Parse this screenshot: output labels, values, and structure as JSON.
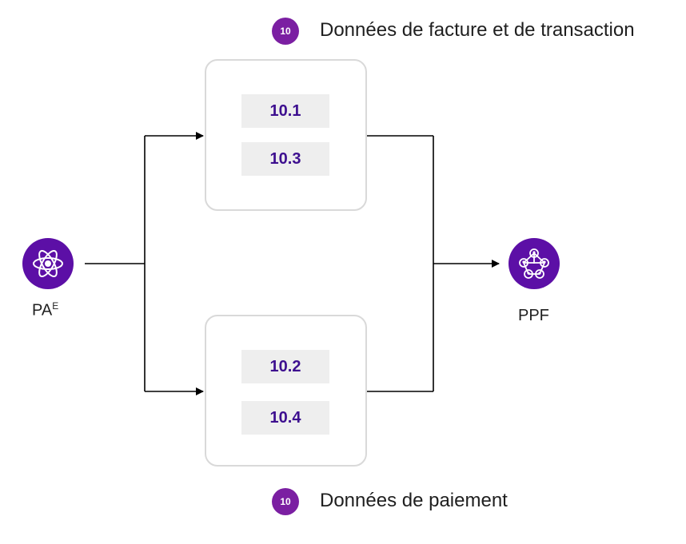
{
  "legend_top": {
    "badge": "10",
    "text": "Données de facture et de transaction"
  },
  "legend_bottom": {
    "badge": "10",
    "text": "Données de paiement"
  },
  "group_top": {
    "items": [
      "10.1",
      "10.3"
    ]
  },
  "group_bottom": {
    "items": [
      "10.2",
      "10.4"
    ]
  },
  "source": {
    "label": "PA",
    "sup": "E",
    "icon": "atom-icon"
  },
  "target": {
    "label": "PPF",
    "icon": "network-icon"
  },
  "colors": {
    "badge": "#7b1fa2",
    "node": "#5c0fa6",
    "chip_text": "#3d0f8f",
    "chip_bg": "#eeeeee",
    "box_border": "#d9d9d9"
  }
}
